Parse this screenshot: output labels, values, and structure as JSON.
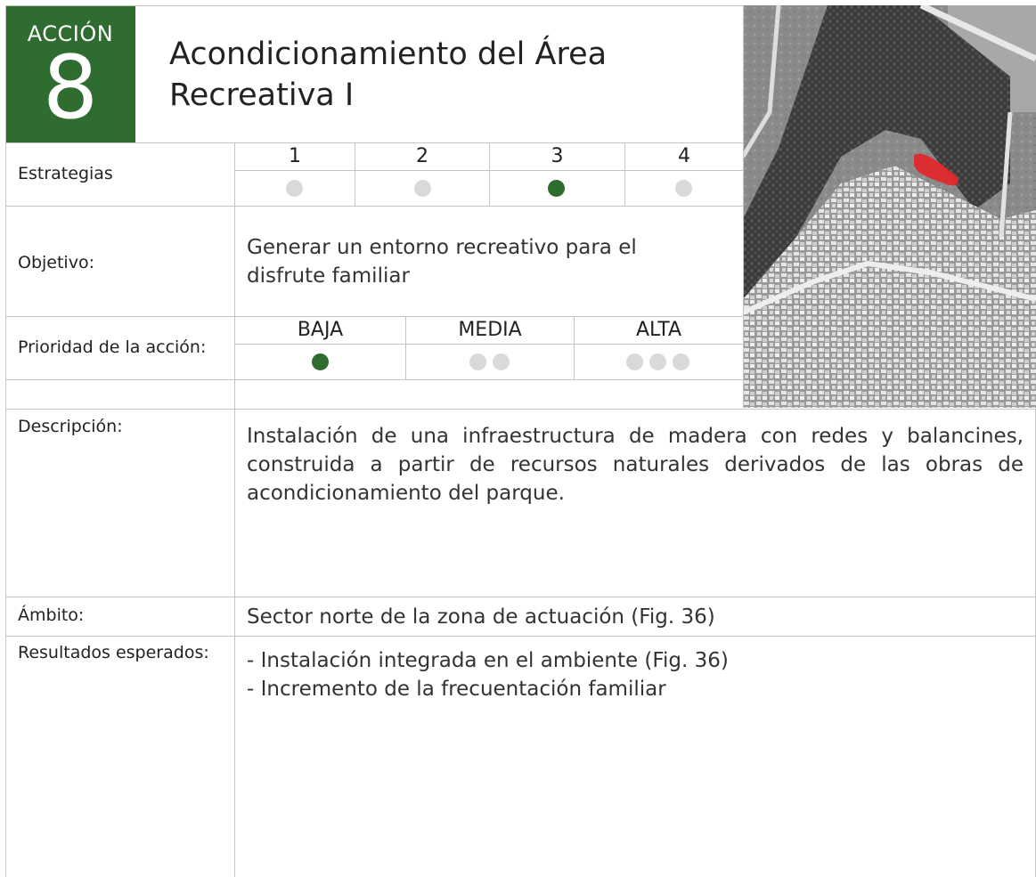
{
  "action": {
    "label": "ACCIÓN",
    "number": "8"
  },
  "title": "Acondicionamiento del Área Recreativa I",
  "strategies": {
    "label": "Estrategias",
    "columns": [
      "1",
      "2",
      "3",
      "4"
    ],
    "selected_index": 2,
    "active_color": "#2f6c2f",
    "inactive_color": "#d9d9d9"
  },
  "objective": {
    "label": "Objetivo:",
    "text": "Generar un entorno recreativo para el disfrute familiar"
  },
  "priority": {
    "label": "Prioridad de la acción:",
    "levels": [
      "BAJA",
      "MEDIA",
      "ALTA"
    ],
    "selected": "BAJA"
  },
  "description": {
    "label": "Descripción:",
    "text": "Instalación de una infraestructura de madera con redes y balancines, construida a partir de recursos naturales derivados de las obras de acondicionamiento del parque."
  },
  "scope": {
    "label": "Ámbito:",
    "text": "Sector norte de la zona de actuación (Fig. 36)"
  },
  "results": {
    "label": "Resultados esperados:",
    "items": [
      "- Instalación integrada en el ambiente (Fig. 36)",
      "- Incremento de la frecuentación familiar"
    ]
  },
  "map": {
    "icon": "aerial-map-photo",
    "highlight_color": "#e0282d"
  },
  "brand_color": "#2f6c2f"
}
